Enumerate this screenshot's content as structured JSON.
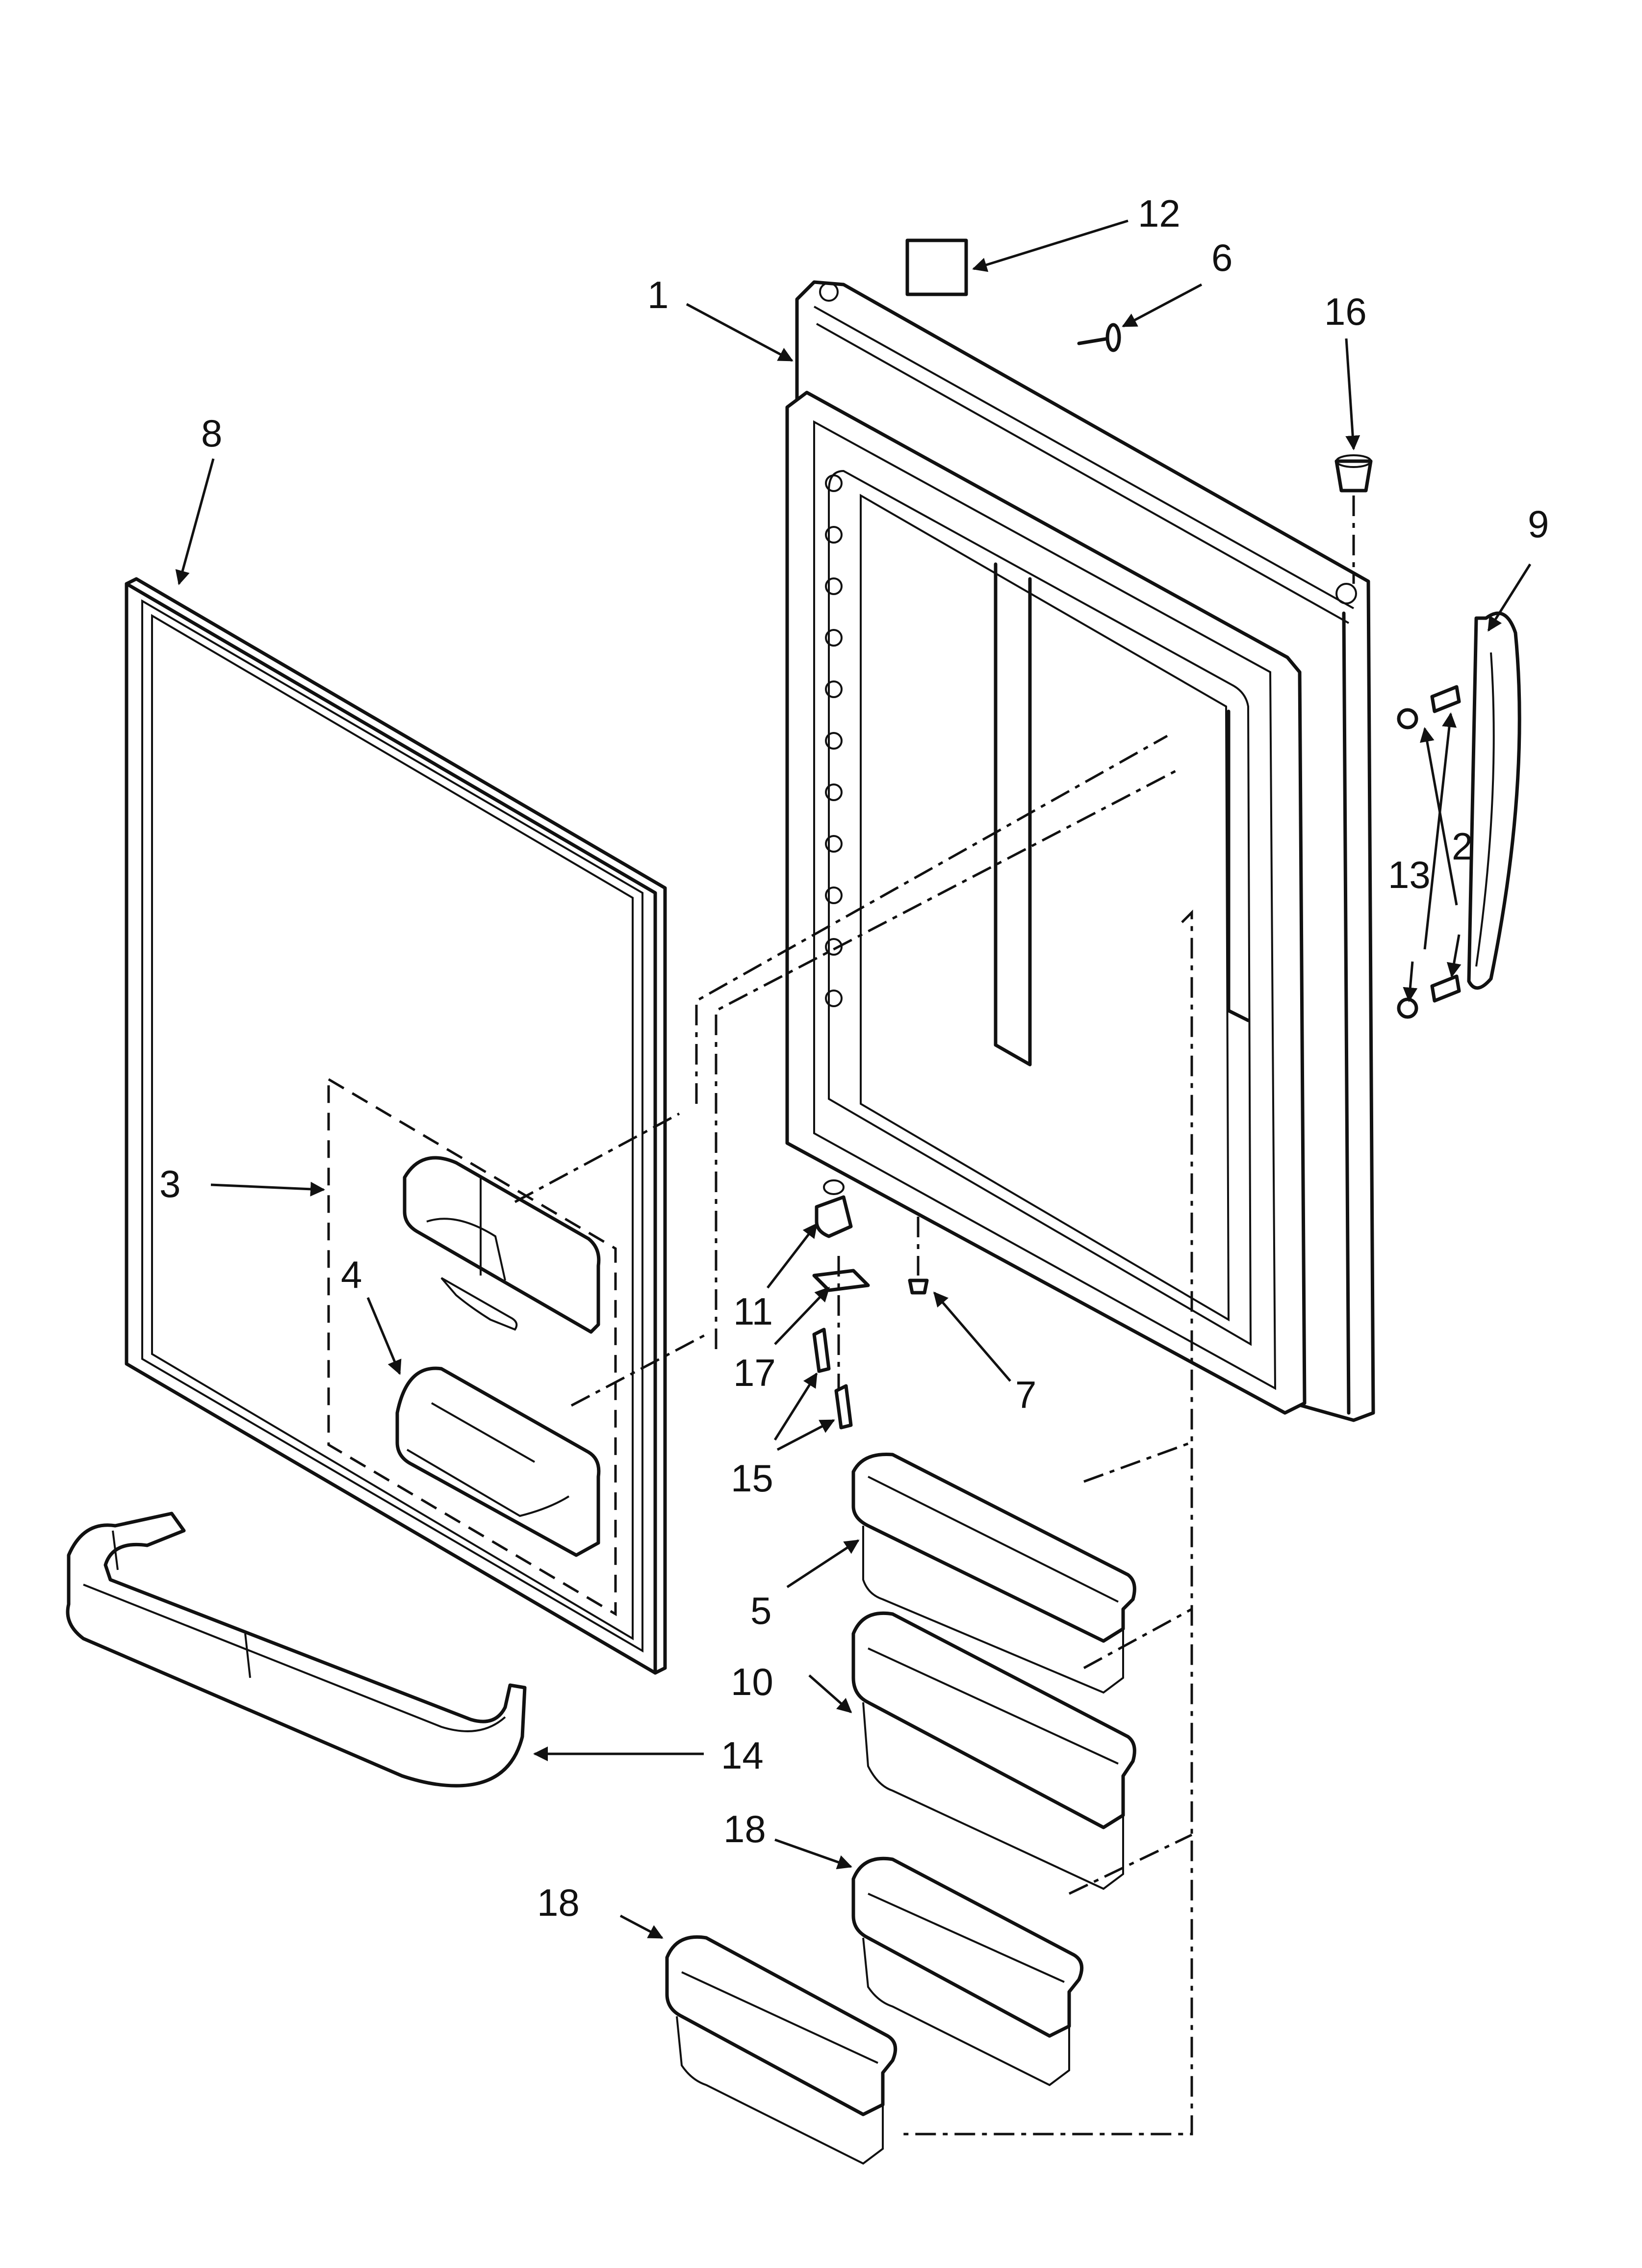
{
  "diagram": {
    "callouts": [
      {
        "id": "c1",
        "label": "1"
      },
      {
        "id": "c2",
        "label": "2"
      },
      {
        "id": "c3",
        "label": "3"
      },
      {
        "id": "c4",
        "label": "4"
      },
      {
        "id": "c5",
        "label": "5"
      },
      {
        "id": "c6",
        "label": "6"
      },
      {
        "id": "c7",
        "label": "7"
      },
      {
        "id": "c8",
        "label": "8"
      },
      {
        "id": "c9",
        "label": "9"
      },
      {
        "id": "c10",
        "label": "10"
      },
      {
        "id": "c11",
        "label": "11"
      },
      {
        "id": "c12",
        "label": "12"
      },
      {
        "id": "c13",
        "label": "13"
      },
      {
        "id": "c14",
        "label": "14"
      },
      {
        "id": "c15",
        "label": "15"
      },
      {
        "id": "c16",
        "label": "16"
      },
      {
        "id": "c17",
        "label": "17"
      },
      {
        "id": "c18a",
        "label": "18"
      },
      {
        "id": "c18b",
        "label": "18"
      }
    ]
  }
}
